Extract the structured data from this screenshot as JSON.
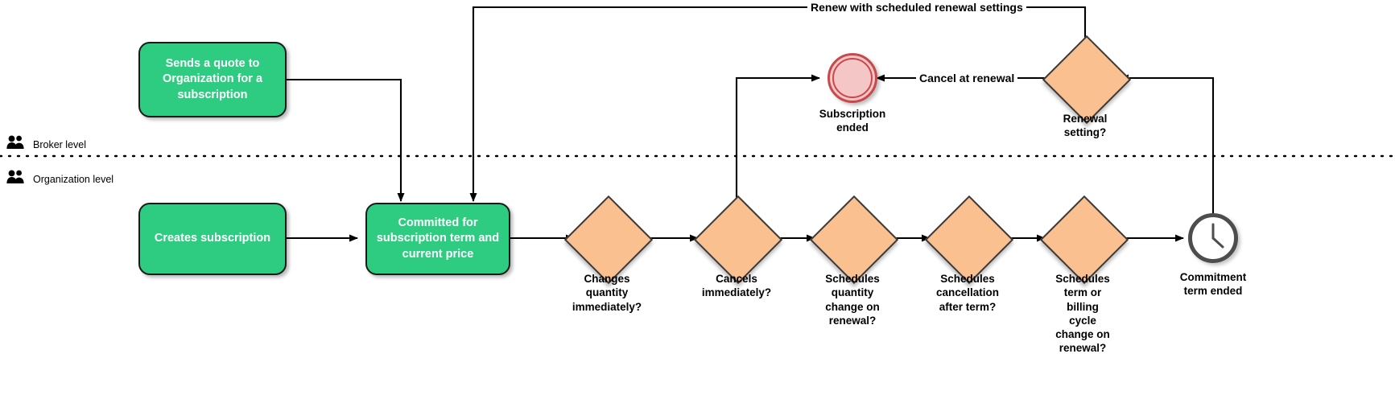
{
  "diagram": {
    "title": "Subscription lifecycle BPMN flow",
    "colors": {
      "task_fill": "#2ecc80",
      "gateway_fill": "#fac08f",
      "end_event_fill": "#f4c6c6",
      "end_event_stroke": "#c9484c",
      "timer_stroke": "#4d4d4d",
      "edge_stroke": "#000000",
      "lane_divider": "#000000"
    }
  },
  "lanes": [
    {
      "id": "broker",
      "label": "Broker level",
      "icon": "people-icon"
    },
    {
      "id": "organization",
      "label": "Organization level",
      "icon": "people-icon"
    }
  ],
  "tasks": [
    {
      "id": "sends-quote",
      "label": "Sends a quote to\nOrganization for a\nsubscription",
      "lane": "broker"
    },
    {
      "id": "creates-subscription",
      "label": "Creates subscription",
      "lane": "organization"
    },
    {
      "id": "committed",
      "label": "Committed for\nsubscription term and\ncurrent price",
      "lane": "organization"
    }
  ],
  "gateways": [
    {
      "id": "changes-quantity",
      "label": "Changes\nquantity\nimmediately?"
    },
    {
      "id": "cancels-immediately",
      "label": "Cancels\nimmediately?"
    },
    {
      "id": "schedules-quantity-change",
      "label": "Schedules\nquantity\nchange on\nrenewal?"
    },
    {
      "id": "schedules-cancellation",
      "label": "Schedules\ncancellation\nafter term?"
    },
    {
      "id": "schedules-term-billing",
      "label": "Schedules\nterm or\nbilling\ncycle\nchange on\nrenewal?"
    },
    {
      "id": "renewal-setting",
      "label": "Renewal\nsetting?"
    }
  ],
  "events": [
    {
      "id": "subscription-ended",
      "type": "end",
      "label": "Subscription\nended"
    },
    {
      "id": "commitment-term-ended",
      "type": "timer",
      "label": "Commitment\nterm ended"
    }
  ],
  "edge_labels": [
    {
      "id": "renew-scheduled",
      "text": "Renew with scheduled renewal settings"
    },
    {
      "id": "cancel-at-renewal",
      "text": "Cancel at renewal"
    }
  ]
}
